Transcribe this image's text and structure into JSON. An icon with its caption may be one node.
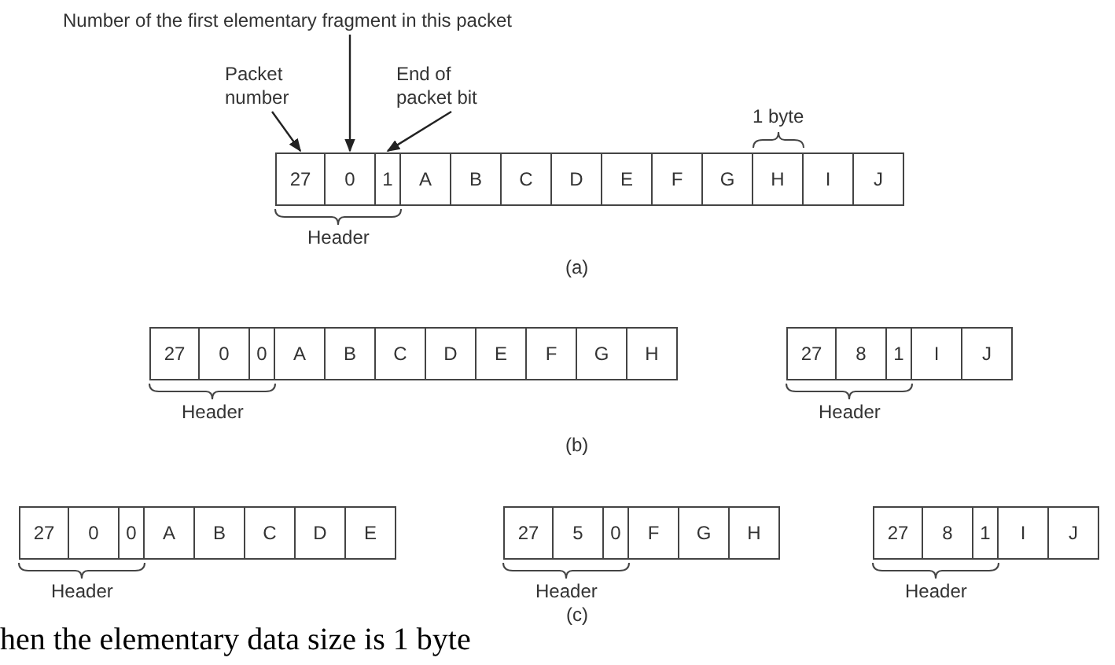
{
  "diagram": {
    "caption": "hen the elementary data size is 1 byte",
    "nodes": [
      {
        "text": [
          "Number of the first elementary fragment in this packet"
        ]
      },
      {
        "text": [
          "Packet number"
        ]
      },
      {
        "text": [
          "End of packet bit"
        ]
      },
      {
        "text": [
          "27"
        ]
      },
      {
        "text": [
          "0"
        ]
      },
      {
        "text": [
          "1"
        ]
      },
      {
        "text": [
          "A"
        ]
      },
      {
        "text": [
          "B"
        ]
      },
      {
        "text": [
          "C"
        ]
      },
      {
        "text": [
          "D"
        ]
      },
      {
        "text": [
          "E"
        ]
      },
      {
        "text": [
          "F"
        ]
      },
      {
        "text": [
          "G"
        ]
      },
      {
        "text": [
          "H"
        ]
      },
      {
        "text": [
          "I"
        ]
      },
      {
        "text": [
          "J"
        ]
      },
      {
        "text": [
          "27"
        ]
      },
      {
        "text": [
          "0"
        ]
      },
      {
        "text": [
          "0"
        ]
      },
      {
        "text": [
          "A"
        ]
      },
      {
        "text": [
          "B"
        ]
      },
      {
        "text": [
          "C"
        ]
      },
      {
        "text": [
          "D"
        ]
      },
      {
        "text": [
          "E"
        ]
      },
      {
        "text": [
          "F"
        ]
      },
      {
        "text": [
          "G"
        ]
      },
      {
        "text": [
          "H"
        ]
      },
      {
        "text": [
          "27"
        ]
      },
      {
        "text": [
          "8"
        ]
      },
      {
        "text": [
          "1"
        ]
      },
      {
        "text": [
          "I"
        ]
      },
      {
        "text": [
          "J"
        ]
      },
      {
        "text": [
          "27"
        ]
      },
      {
        "text": [
          "0"
        ]
      },
      {
        "text": [
          "0"
        ]
      },
      {
        "text": [
          "A"
        ]
      },
      {
        "text": [
          "B"
        ]
      },
      {
        "text": [
          "C"
        ]
      },
      {
        "text": [
          "D"
        ]
      },
      {
        "text": [
          "E"
        ]
      },
      {
        "text": [
          "27"
        ]
      },
      {
        "text": [
          "5"
        ]
      },
      {
        "text": [
          "0"
        ]
      },
      {
        "text": [
          "F"
        ]
      },
      {
        "text": [
          "G"
        ]
      },
      {
        "text": [
          "H"
        ]
      },
      {
        "text": [
          "27"
        ]
      },
      {
        "text": [
          "8"
        ]
      },
      {
        "text": [
          "1"
        ]
      },
      {
        "text": [
          "I"
        ]
      },
      {
        "text": [
          "J"
        ]
      }
    ],
    "edges": [
      {
        "from": 1,
        "to": 3,
        "arrow": "to"
      },
      {
        "from": 0,
        "to": 4,
        "arrow": "to"
      },
      {
        "from": 2,
        "to": 5,
        "arrow": "to"
      }
    ],
    "labels": [
      "1 byte",
      "Header",
      "(a)",
      "Header",
      "Header",
      "(b)",
      "Header",
      "Header",
      "Header",
      "(c)"
    ]
  }
}
